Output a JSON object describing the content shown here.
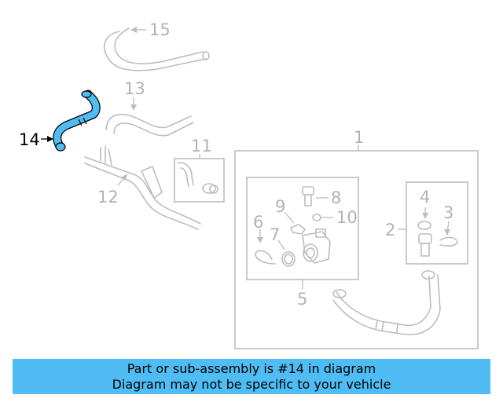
{
  "colors": {
    "highlight": "#4fbdf3",
    "line": "#bdbdbd",
    "banner": "#4fbdf3"
  },
  "callouts": {
    "c1": "1",
    "c2": "2",
    "c3": "3",
    "c4": "4",
    "c5": "5",
    "c6": "6",
    "c7": "7",
    "c8": "8",
    "c9": "9",
    "c10": "10",
    "c11": "11",
    "c12": "12",
    "c13": "13",
    "c14": "14",
    "c15": "15"
  },
  "highlighted_part": "14",
  "banner": {
    "line1": "Part or sub-assembly is #14 in diagram",
    "line2": "Diagram may not be specific to your vehicle"
  }
}
